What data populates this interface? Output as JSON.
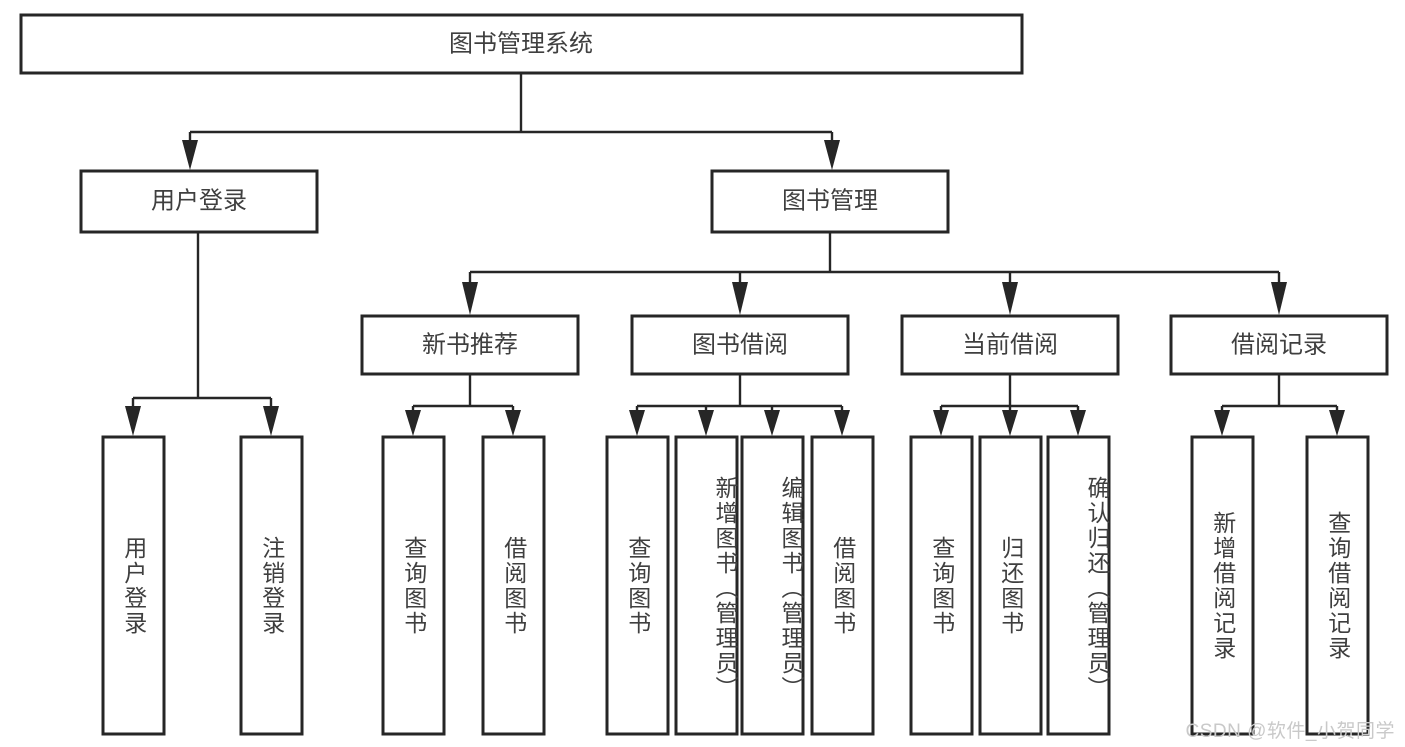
{
  "diagram": {
    "type": "tree-hierarchy-flowchart",
    "title": "图书管理系统",
    "colors": {
      "box_border": "#262626",
      "box_fill": "#ffffff",
      "text": "#3f3f3f",
      "connector": "#262626",
      "watermark": "#c9c9c9",
      "background": "#ffffff"
    },
    "levels": [
      {
        "level": 1,
        "nodes": [
          {
            "id": "root",
            "label": "图书管理系统",
            "orientation": "horizontal"
          }
        ]
      },
      {
        "level": 2,
        "nodes": [
          {
            "id": "user-login",
            "label": "用户登录",
            "orientation": "horizontal",
            "parent": "root"
          },
          {
            "id": "book-management",
            "label": "图书管理",
            "orientation": "horizontal",
            "parent": "root"
          }
        ]
      },
      {
        "level": 3,
        "nodes": [
          {
            "id": "new-book-recommend",
            "label": "新书推荐",
            "orientation": "horizontal",
            "parent": "book-management"
          },
          {
            "id": "book-borrow",
            "label": "图书借阅",
            "orientation": "horizontal",
            "parent": "book-management"
          },
          {
            "id": "current-borrow",
            "label": "当前借阅",
            "orientation": "horizontal",
            "parent": "book-management"
          },
          {
            "id": "borrow-record",
            "label": "借阅记录",
            "orientation": "horizontal",
            "parent": "book-management"
          }
        ]
      },
      {
        "level": 4,
        "nodes": [
          {
            "id": "leaf-user-login",
            "label": "用户登录",
            "orientation": "vertical",
            "parent": "user-login"
          },
          {
            "id": "leaf-logout",
            "label": "注销登录",
            "orientation": "vertical",
            "parent": "user-login"
          },
          {
            "id": "leaf-query-book-1",
            "label": "查询图书",
            "orientation": "vertical",
            "parent": "new-book-recommend"
          },
          {
            "id": "leaf-borrow-book-1",
            "label": "借阅图书",
            "orientation": "vertical",
            "parent": "new-book-recommend"
          },
          {
            "id": "leaf-query-book-2",
            "label": "查询图书",
            "orientation": "vertical",
            "parent": "book-borrow"
          },
          {
            "id": "leaf-add-book",
            "label": "新增图书（管理员）",
            "orientation": "vertical",
            "parent": "book-borrow"
          },
          {
            "id": "leaf-edit-book",
            "label": "编辑图书（管理员）",
            "orientation": "vertical",
            "parent": "book-borrow"
          },
          {
            "id": "leaf-borrow-book-2",
            "label": "借阅图书",
            "orientation": "vertical",
            "parent": "book-borrow"
          },
          {
            "id": "leaf-query-book-3",
            "label": "查询图书",
            "orientation": "vertical",
            "parent": "current-borrow"
          },
          {
            "id": "leaf-return-book",
            "label": "归还图书",
            "orientation": "vertical",
            "parent": "current-borrow"
          },
          {
            "id": "leaf-confirm-return",
            "label": "确认归还（管理员）",
            "orientation": "vertical",
            "parent": "current-borrow"
          },
          {
            "id": "leaf-add-record",
            "label": "新增借阅记录",
            "orientation": "vertical",
            "parent": "borrow-record"
          },
          {
            "id": "leaf-query-record",
            "label": "查询借阅记录",
            "orientation": "vertical",
            "parent": "borrow-record"
          }
        ]
      }
    ]
  },
  "watermark": {
    "text": "CSDN @软件_小贺同学"
  }
}
